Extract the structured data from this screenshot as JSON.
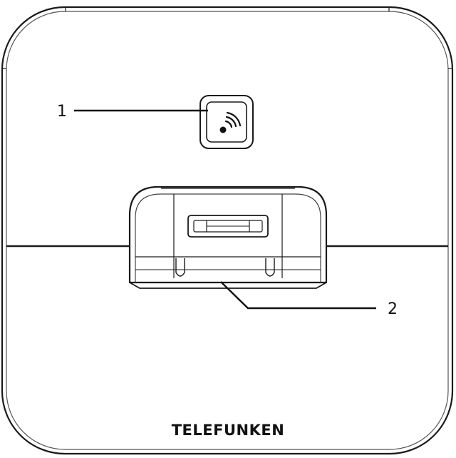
{
  "diagram": {
    "callouts": [
      {
        "number": "1"
      },
      {
        "number": "2"
      }
    ],
    "brand": "TELEFUNKEN"
  },
  "icons": {
    "page_button": "wireless-signal-icon"
  }
}
